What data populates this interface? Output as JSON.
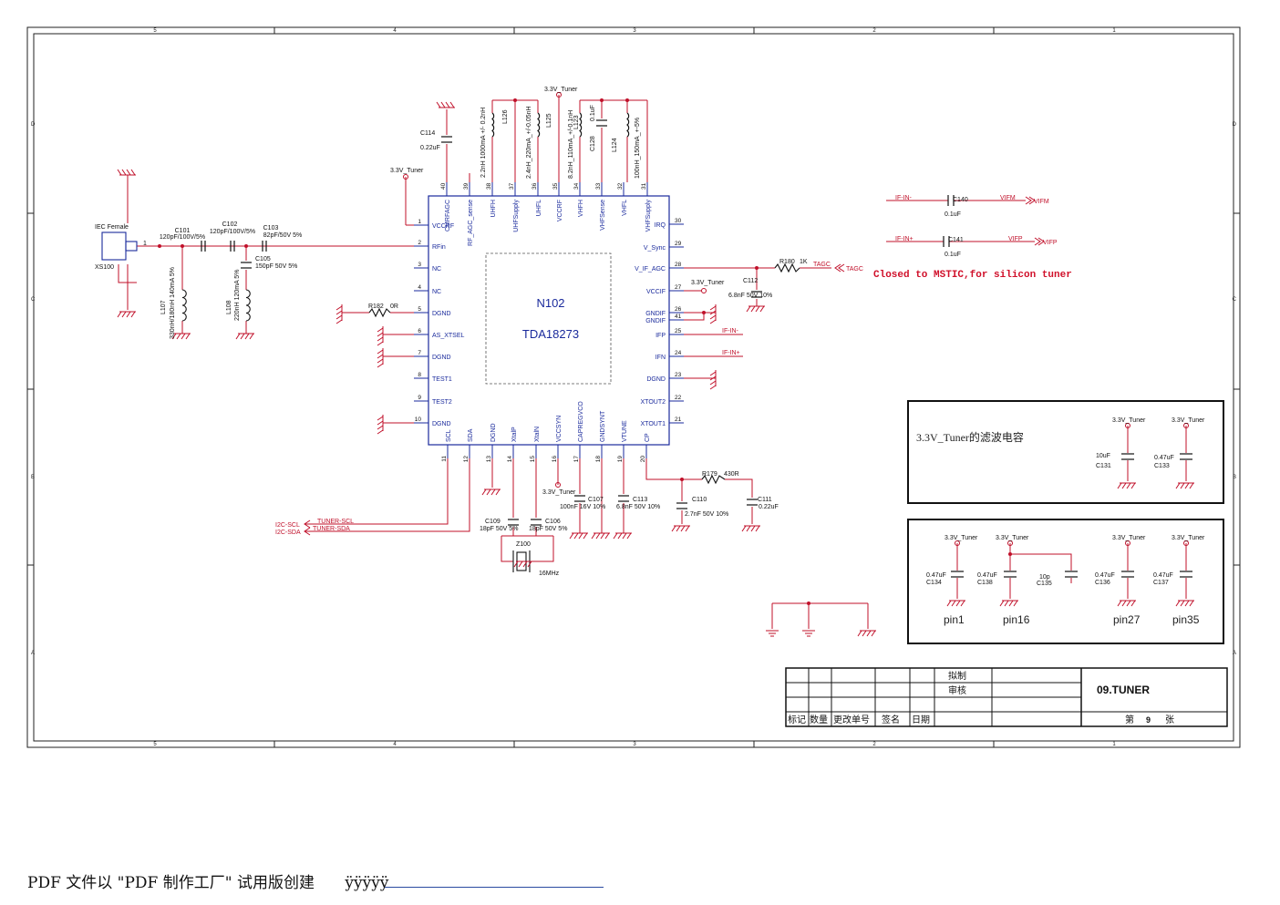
{
  "ic": {
    "ref": "N102",
    "part": "TDA18273",
    "left_pins": [
      {
        "num": "1",
        "name": "VCCRF"
      },
      {
        "num": "2",
        "name": "RFin"
      },
      {
        "num": "3",
        "name": "NC"
      },
      {
        "num": "4",
        "name": "NC"
      },
      {
        "num": "5",
        "name": "DGND"
      },
      {
        "num": "6",
        "name": "AS_XTSEL"
      },
      {
        "num": "7",
        "name": "DGND"
      },
      {
        "num": "8",
        "name": "TEST1"
      },
      {
        "num": "9",
        "name": "TEST2"
      },
      {
        "num": "10",
        "name": "DGND"
      }
    ],
    "right_pins": [
      {
        "num": "30",
        "name": "IRQ"
      },
      {
        "num": "29",
        "name": "V_Sync"
      },
      {
        "num": "28",
        "name": "V_IF_AGC"
      },
      {
        "num": "27",
        "name": "VCCIF"
      },
      {
        "num": "26",
        "name": "GNDIF"
      },
      {
        "num": "41",
        "name": "GNDIF"
      },
      {
        "num": "25",
        "name": "IFP"
      },
      {
        "num": "24",
        "name": "IFN"
      },
      {
        "num": "23",
        "name": "DGND"
      },
      {
        "num": "22",
        "name": "XTOUT2"
      },
      {
        "num": "21",
        "name": "XTOUT1"
      }
    ],
    "top_pins": [
      {
        "num": "40",
        "name": "CMRFAGC"
      },
      {
        "num": "39",
        "name": "RF_AGC_sense"
      },
      {
        "num": "38",
        "name": "UHFH"
      },
      {
        "num": "37",
        "name": "UHFSupply"
      },
      {
        "num": "36",
        "name": "UHFL"
      },
      {
        "num": "35",
        "name": "VCCRF"
      },
      {
        "num": "34",
        "name": "VHFH"
      },
      {
        "num": "33",
        "name": "VHFSense"
      },
      {
        "num": "32",
        "name": "VHFL"
      },
      {
        "num": "31",
        "name": "VHFSupply"
      }
    ],
    "bottom_pins": [
      {
        "num": "11",
        "name": "SCL"
      },
      {
        "num": "12",
        "name": "SDA"
      },
      {
        "num": "13",
        "name": "DGND"
      },
      {
        "num": "14",
        "name": "XtalP"
      },
      {
        "num": "15",
        "name": "XtalN"
      },
      {
        "num": "16",
        "name": "VCCSYN"
      },
      {
        "num": "17",
        "name": "CAPREGVCO"
      },
      {
        "num": "18",
        "name": "GNDSYNT"
      },
      {
        "num": "19",
        "name": "VTUNE"
      },
      {
        "num": "20",
        "name": "CP"
      }
    ]
  },
  "power": {
    "tuner": "3.3V_Tuner"
  },
  "connector": {
    "name": "IEC Female",
    "ref": "XS100",
    "pin1": "1"
  },
  "parts": {
    "C101": {
      "ref": "C101",
      "value": "120pF/100V/5%"
    },
    "C102": {
      "ref": "C102",
      "value": "120pF/100V/5%"
    },
    "C103": {
      "ref": "C103",
      "value": "82pF/50V 5%"
    },
    "C105": {
      "ref": "C105",
      "value": "150pF 50V 5%"
    },
    "L107": {
      "ref": "L107",
      "value": "330nH/180nH 140mA 5%"
    },
    "L108": {
      "ref": "L108",
      "value": "220nH 120mA 5%"
    },
    "R182": {
      "ref": "R182",
      "value": "0R"
    },
    "C114": {
      "ref": "C114",
      "value": "0.22uF"
    },
    "L126": {
      "ref": "L126",
      "value": "2.2nH 1000mA +/- 0.2nH"
    },
    "L125": {
      "ref": "L125",
      "value": "2.4nH_220mA_+/-0.05nH"
    },
    "L123": {
      "ref": "L123",
      "value": "8.2nH_110mA_+/-0.1nH"
    },
    "C128": {
      "ref": "C128",
      "value": "0.1uF"
    },
    "L124": {
      "ref": "L124",
      "value": "100nH_150mA_+-5%"
    },
    "C140": {
      "ref": "C140",
      "value": "0.1uF"
    },
    "C141": {
      "ref": "C141",
      "value": "0.1uF"
    },
    "R180": {
      "ref": "R180",
      "value": "1K"
    },
    "C112": {
      "ref": "C112",
      "value": "6.8nF 50V 10%"
    },
    "C107": {
      "ref": "C107",
      "value": "100nF 16V 10%"
    },
    "C113": {
      "ref": "C113",
      "value": "6.8nF 50V 10%"
    },
    "R179": {
      "ref": "R179",
      "value": "430R"
    },
    "C110": {
      "ref": "C110",
      "value": "2.7nF 50V 10%"
    },
    "C111": {
      "ref": "C111",
      "value": "0.22uF"
    },
    "C109": {
      "ref": "C109",
      "value": "18pF 50V 5%"
    },
    "C106": {
      "ref": "C106",
      "value": "18pF 50V 5%"
    },
    "Z100": {
      "ref": "Z100",
      "value": "16MHz"
    }
  },
  "nets": {
    "ifin_minus": "IF-IN-",
    "ifin_plus": "IF-IN+",
    "vifm": "VIFM",
    "vifp": "VIFP",
    "tagc": "TAGC",
    "tuner_scl": "TUNER-SCL",
    "tuner_sda": "TUNER-SDA",
    "i2c_scl": "I2C-SCL",
    "i2c_sda": "I2C-SDA"
  },
  "note": "Closed to MSTIC,for silicon tuner",
  "filter_box1": {
    "title": "3.3V_Tuner的滤波电容",
    "caps": [
      {
        "ref": "C131",
        "value": "10uF"
      },
      {
        "ref": "C133",
        "value": "0.47uF"
      }
    ]
  },
  "filter_box2": {
    "caps": [
      {
        "ref": "C134",
        "value": "0.47uF"
      },
      {
        "ref": "C138",
        "value": "0.47uF"
      },
      {
        "ref": "C135",
        "value": "10p"
      },
      {
        "ref": "C136",
        "value": "0.47uF"
      },
      {
        "ref": "C137",
        "value": "0.47uF"
      }
    ],
    "labels": [
      "pin1",
      "pin16",
      "pin27",
      "pin35"
    ]
  },
  "title_block": {
    "sheet_title": "09.TUNER",
    "drawn": "拟制",
    "checked": "审核",
    "cols": [
      "标记",
      "数量",
      "更改单号",
      "签名",
      "日期"
    ],
    "page_prefix": "第",
    "page": "9",
    "page_suffix": "张"
  },
  "frame": {
    "cols": [
      "5",
      "4",
      "3",
      "2",
      "1"
    ],
    "rows": [
      "D",
      "C",
      "B",
      "A"
    ]
  },
  "footer": {
    "text": "PDF 文件以 \"PDF 制作工厂\" 试用版创建",
    "fill": "ÿÿÿÿÿ"
  },
  "colors": {
    "wire": "#c0102a",
    "ic": "#1a2a9c",
    "pin": "#1a2a9c",
    "text": "#111111",
    "frame": "#222222"
  }
}
